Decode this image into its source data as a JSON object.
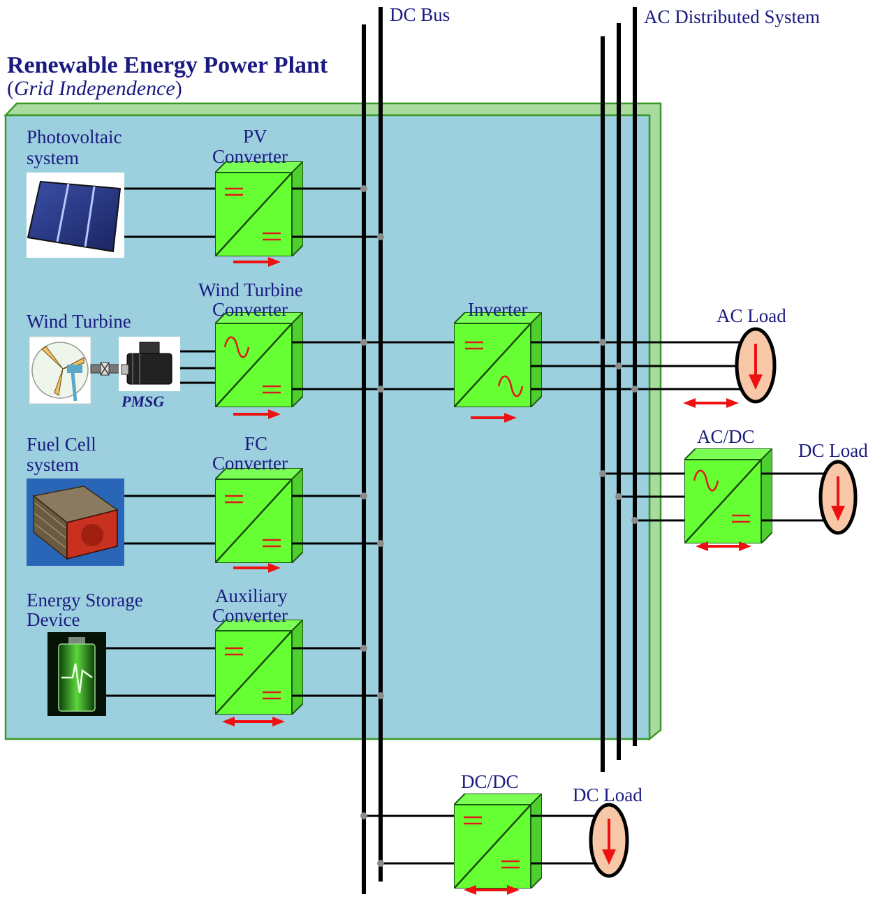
{
  "title": "Renewable Energy Power Plant",
  "subtitle_open": "(",
  "subtitle_italic": "Grid Independence",
  "subtitle_close": ")",
  "dc_bus_label": "DC Bus",
  "ac_system_label": "AC Distributed System",
  "sources": {
    "pv": [
      "Photovoltaic",
      "system"
    ],
    "wind": [
      "Wind Turbine"
    ],
    "pmsg": "PMSG",
    "fuel_cell": [
      "Fuel Cell",
      "system"
    ],
    "storage": [
      "Energy Storage",
      "Device"
    ]
  },
  "converters": {
    "pv": [
      "PV",
      "Converter"
    ],
    "wind": [
      "Wind Turbine",
      "Converter"
    ],
    "fc": [
      "FC",
      "Converter"
    ],
    "aux": [
      "Auxiliary",
      "Converter"
    ],
    "inverter": [
      "Inverter"
    ],
    "acdc": [
      "AC/DC"
    ],
    "dcdc": [
      "DC/DC"
    ]
  },
  "loads": {
    "ac_load": "AC Load",
    "dc_load_right": "DC Load",
    "dc_load_bottom": "DC Load"
  },
  "colors": {
    "plant_panel": "#9dd0de",
    "panel_border": "#3a9a28",
    "converter_face": "#66ff33",
    "load_fill": "#f8c7a8",
    "text": "#1a1a80",
    "flow_arrow": "#ee1111"
  },
  "icons": {
    "dc_symbol": "dc-equals-symbol",
    "ac_symbol": "ac-sine-symbol",
    "unidirectional_flow": "right-arrow-icon",
    "bidirectional_flow": "double-arrow-icon",
    "load_current": "down-arrow-icon"
  }
}
